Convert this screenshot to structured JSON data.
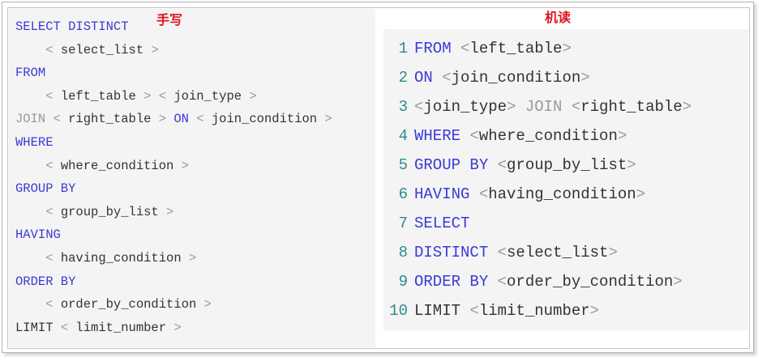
{
  "left": {
    "label": "手写",
    "lines": [
      [
        {
          "t": "SELECT DISTINCT",
          "c": "kw"
        }
      ],
      [
        {
          "t": "    < ",
          "c": "gr"
        },
        {
          "t": "select_list",
          "c": "tx"
        },
        {
          "t": " >",
          "c": "gr"
        }
      ],
      [
        {
          "t": "FROM",
          "c": "kw"
        }
      ],
      [
        {
          "t": "    < ",
          "c": "gr"
        },
        {
          "t": "left_table",
          "c": "tx"
        },
        {
          "t": " > < ",
          "c": "gr"
        },
        {
          "t": "join_type",
          "c": "tx"
        },
        {
          "t": " >",
          "c": "gr"
        }
      ],
      [
        {
          "t": "JOIN < ",
          "c": "gr"
        },
        {
          "t": "right_table",
          "c": "tx"
        },
        {
          "t": " > ",
          "c": "gr"
        },
        {
          "t": "ON",
          "c": "kw"
        },
        {
          "t": " < ",
          "c": "gr"
        },
        {
          "t": "join_condition",
          "c": "tx"
        },
        {
          "t": " >",
          "c": "gr"
        }
      ],
      [
        {
          "t": "WHERE",
          "c": "kw"
        }
      ],
      [
        {
          "t": "    < ",
          "c": "gr"
        },
        {
          "t": "where_condition",
          "c": "tx"
        },
        {
          "t": " >",
          "c": "gr"
        }
      ],
      [
        {
          "t": "GROUP BY",
          "c": "kw"
        }
      ],
      [
        {
          "t": "    < ",
          "c": "gr"
        },
        {
          "t": "group_by_list",
          "c": "tx"
        },
        {
          "t": " >",
          "c": "gr"
        }
      ],
      [
        {
          "t": "HAVING",
          "c": "kw"
        }
      ],
      [
        {
          "t": "    < ",
          "c": "gr"
        },
        {
          "t": "having_condition",
          "c": "tx"
        },
        {
          "t": " >",
          "c": "gr"
        }
      ],
      [
        {
          "t": "ORDER BY",
          "c": "kw"
        }
      ],
      [
        {
          "t": "    < ",
          "c": "gr"
        },
        {
          "t": "order_by_condition",
          "c": "tx"
        },
        {
          "t": " >",
          "c": "gr"
        }
      ],
      [
        {
          "t": "LIMIT",
          "c": "tx"
        },
        {
          "t": " < ",
          "c": "gr"
        },
        {
          "t": "limit_number",
          "c": "tx"
        },
        {
          "t": " >",
          "c": "gr"
        }
      ]
    ]
  },
  "right": {
    "label": "机读",
    "lines": [
      {
        "n": "1",
        "parts": [
          {
            "t": "FROM",
            "c": "kw"
          },
          {
            "t": " <",
            "c": "gr"
          },
          {
            "t": "left_table",
            "c": "tx"
          },
          {
            "t": ">",
            "c": "gr"
          }
        ]
      },
      {
        "n": "2",
        "parts": [
          {
            "t": "ON",
            "c": "kw"
          },
          {
            "t": " <",
            "c": "gr"
          },
          {
            "t": "join_condition",
            "c": "tx"
          },
          {
            "t": ">",
            "c": "gr"
          }
        ]
      },
      {
        "n": "3",
        "parts": [
          {
            "t": "<",
            "c": "gr"
          },
          {
            "t": "join_type",
            "c": "tx"
          },
          {
            "t": "> JOIN <",
            "c": "gr"
          },
          {
            "t": "right_table",
            "c": "tx"
          },
          {
            "t": ">",
            "c": "gr"
          }
        ]
      },
      {
        "n": "4",
        "parts": [
          {
            "t": "WHERE",
            "c": "kw"
          },
          {
            "t": " <",
            "c": "gr"
          },
          {
            "t": "where_condition",
            "c": "tx"
          },
          {
            "t": ">",
            "c": "gr"
          }
        ]
      },
      {
        "n": "5",
        "parts": [
          {
            "t": "GROUP BY",
            "c": "kw"
          },
          {
            "t": " <",
            "c": "gr"
          },
          {
            "t": "group_by_list",
            "c": "tx"
          },
          {
            "t": ">",
            "c": "gr"
          }
        ]
      },
      {
        "n": "6",
        "parts": [
          {
            "t": "HAVING",
            "c": "kw"
          },
          {
            "t": " <",
            "c": "gr"
          },
          {
            "t": "having_condition",
            "c": "tx"
          },
          {
            "t": ">",
            "c": "gr"
          }
        ]
      },
      {
        "n": "7",
        "parts": [
          {
            "t": "SELECT",
            "c": "kw"
          }
        ]
      },
      {
        "n": "8",
        "parts": [
          {
            "t": "DISTINCT",
            "c": "kw"
          },
          {
            "t": " <",
            "c": "gr"
          },
          {
            "t": "select_list",
            "c": "tx"
          },
          {
            "t": ">",
            "c": "gr"
          }
        ]
      },
      {
        "n": "9",
        "parts": [
          {
            "t": "ORDER BY",
            "c": "kw"
          },
          {
            "t": " <",
            "c": "gr"
          },
          {
            "t": "order_by_condition",
            "c": "tx"
          },
          {
            "t": ">",
            "c": "gr"
          }
        ]
      },
      {
        "n": "10",
        "parts": [
          {
            "t": "LIMIT",
            "c": "tx"
          },
          {
            "t": " <",
            "c": "gr"
          },
          {
            "t": "limit_number",
            "c": "tx"
          },
          {
            "t": ">",
            "c": "gr"
          }
        ]
      }
    ]
  },
  "colors": {
    "keyword": "#3a3ad8",
    "punctuation": "#9a9a9a",
    "text": "#333333",
    "line_number": "#2e8b8b",
    "label": "#e0141e",
    "panel_bg": "#f4f4f4"
  }
}
